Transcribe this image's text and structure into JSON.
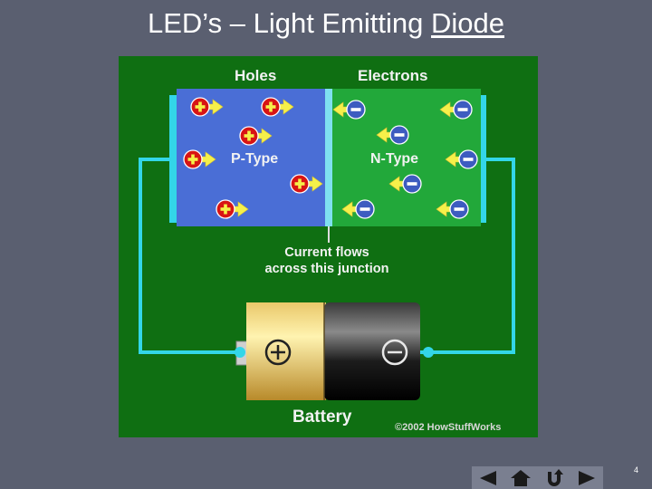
{
  "slide": {
    "title_prefix": "LED’s – Light Emitting ",
    "title_emphasis": "Diode",
    "page_number": "4"
  },
  "diagram": {
    "holes_label": "Holes",
    "electrons_label": "Electrons",
    "ptype_label": "P-Type",
    "ntype_label": "N-Type",
    "junction_line1": "Current flows",
    "junction_line2": "across this junction",
    "battery_label": "Battery",
    "copyright": "©2002 HowStuffWorks",
    "colors": {
      "background": "#0f6f12",
      "p_region": "#4a6ed6",
      "n_region": "#22a83a",
      "wire": "#33d6e8",
      "hole": "#d81414",
      "electron": "#3d5cc0",
      "arrow": "#f5f04a"
    }
  },
  "nav": {
    "icons": [
      "previous-arrow-icon",
      "home-icon",
      "return-icon",
      "next-arrow-icon"
    ]
  }
}
